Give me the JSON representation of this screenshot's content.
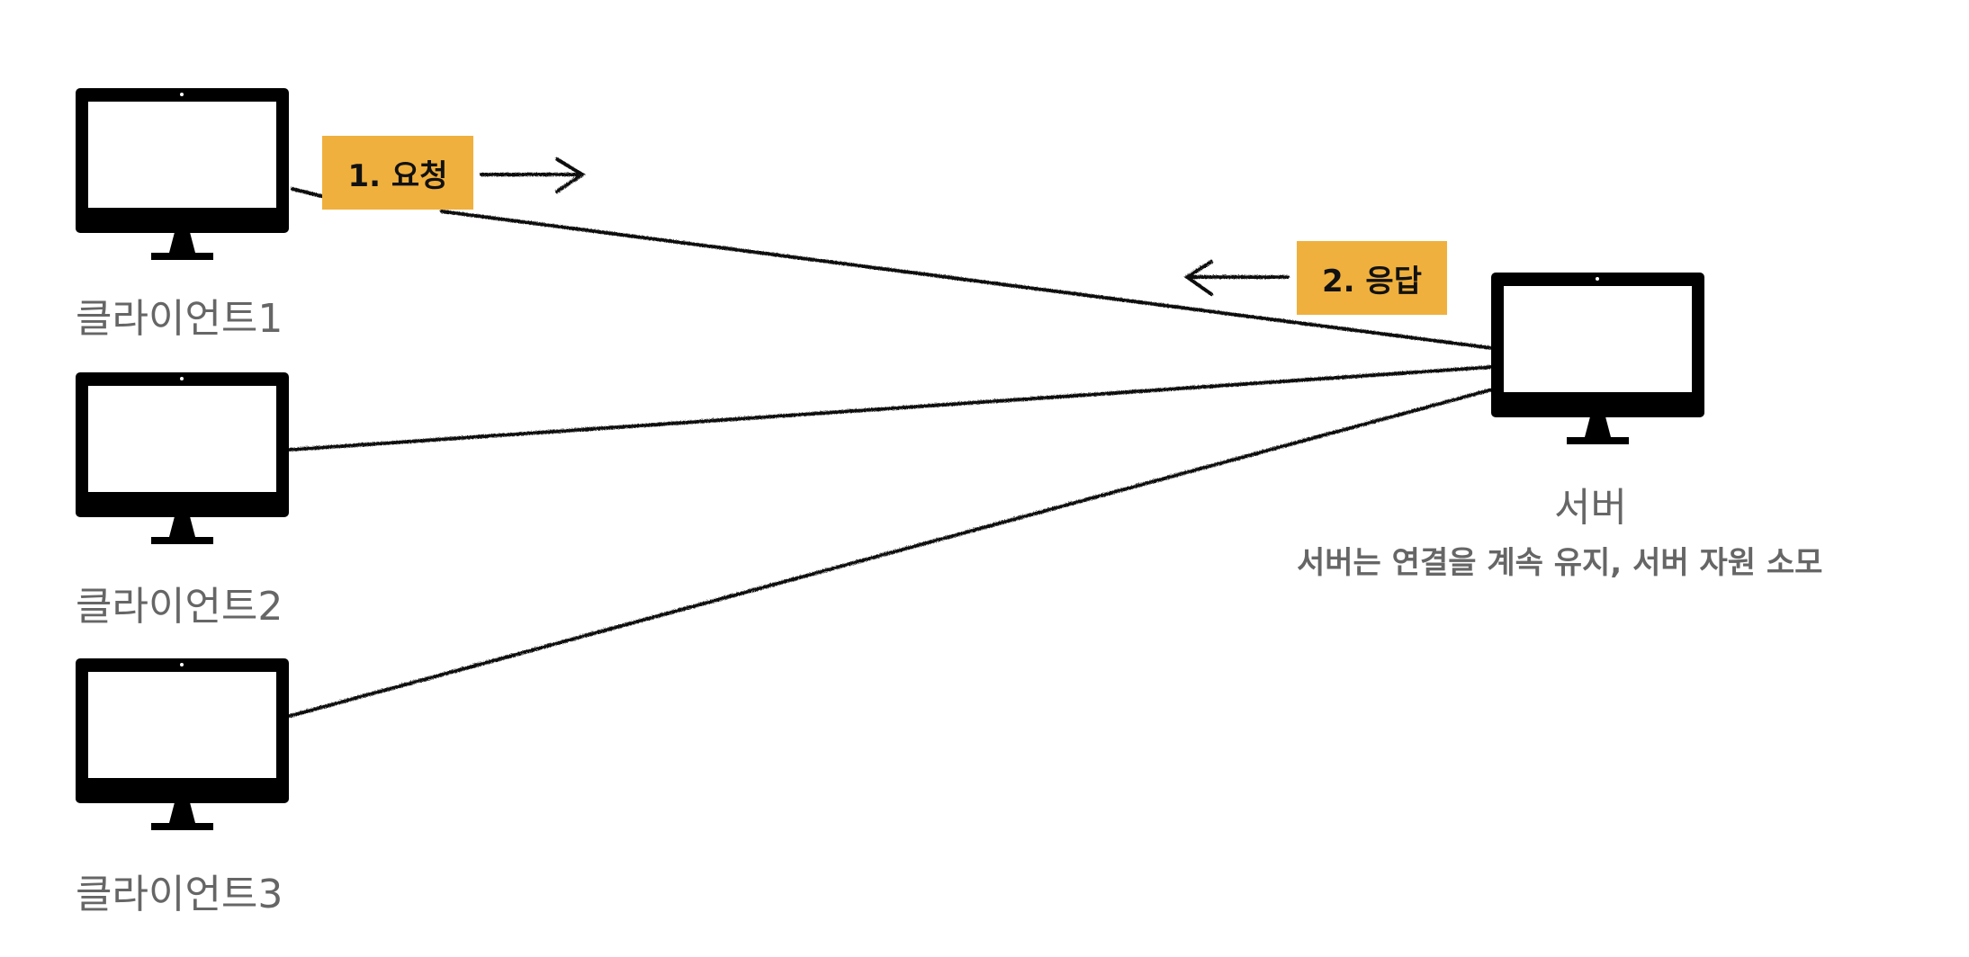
{
  "clients": [
    {
      "label": "클라이언트1"
    },
    {
      "label": "클라이언트2"
    },
    {
      "label": "클라이언트3"
    }
  ],
  "server": {
    "label": "서버",
    "note": "서버는 연결을 계속 유지, 서버 자원 소모"
  },
  "steps": {
    "request": "1. 요청",
    "response": "2. 응답"
  },
  "colors": {
    "tag": "#F0B03E",
    "text": "#666666"
  }
}
